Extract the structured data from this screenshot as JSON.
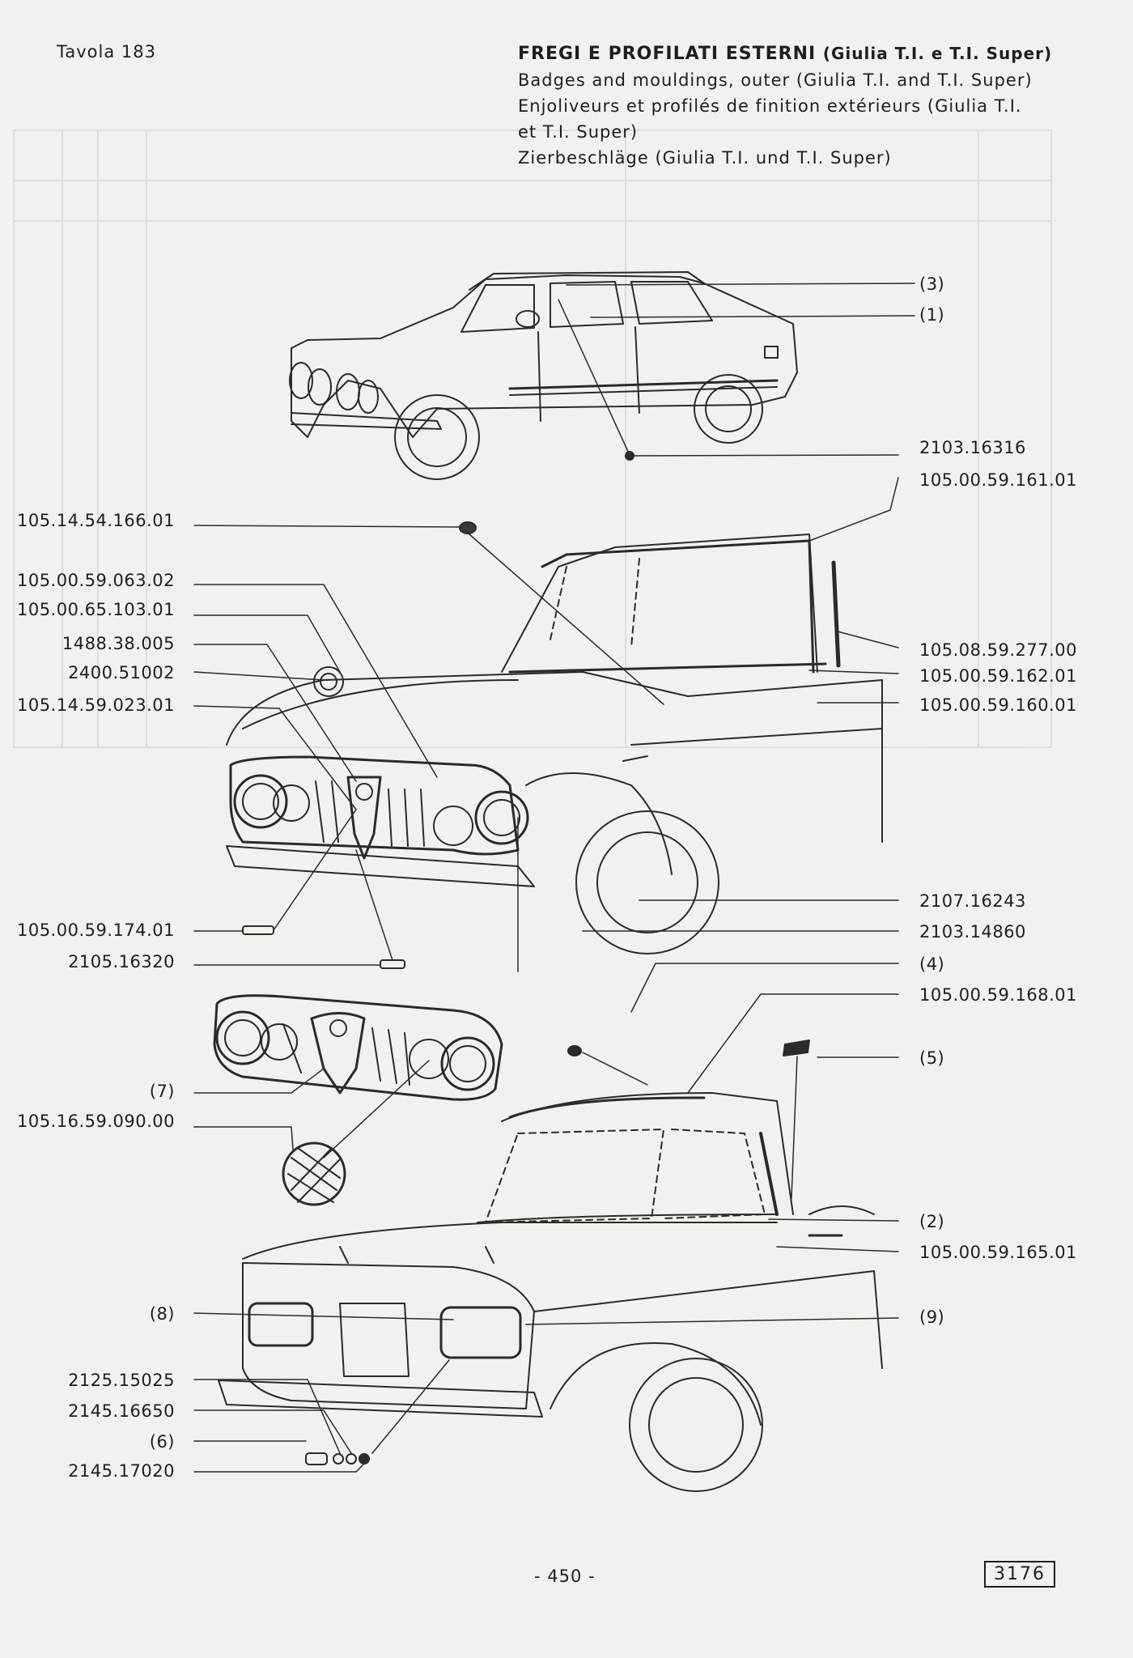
{
  "header": {
    "plate_label": "Tavola 183",
    "title_main": "FREGI E PROFILATI ESTERNI",
    "title_main_sub": "(Giulia T.I. e T.I. Super)",
    "title_en": "Badges and mouldings, outer (Giulia T.I. and T.I. Super)",
    "title_fr_line1": "Enjoliveurs et profilés de finition extérieurs (Giulia T.I.",
    "title_fr_line2": "et T.I. Super)",
    "title_de": "Zierbeschläge (Giulia T.I. und T.I. Super)"
  },
  "labels_left": [
    "105.14.54.166.01",
    "105.00.59.063.02",
    "105.00.65.103.01",
    "1488.38.005",
    "2400.51002",
    "105.14.59.023.01",
    "105.00.59.174.01",
    "2105.16320",
    "(7)",
    "105.16.59.090.00",
    "(8)",
    "2125.15025",
    "2145.16650",
    "(6)",
    "2145.17020"
  ],
  "labels_right": [
    "(3)",
    "(1)",
    "2103.16316",
    "105.00.59.161.01",
    "105.08.59.277.00",
    "105.00.59.162.01",
    "105.00.59.160.01",
    "2107.16243",
    "2103.14860",
    "(4)",
    "105.00.59.168.01",
    "(5)",
    "(2)",
    "105.00.59.165.01",
    "(9)"
  ],
  "footer": {
    "page_number": "- 450 -",
    "sheet_number": "3176"
  }
}
